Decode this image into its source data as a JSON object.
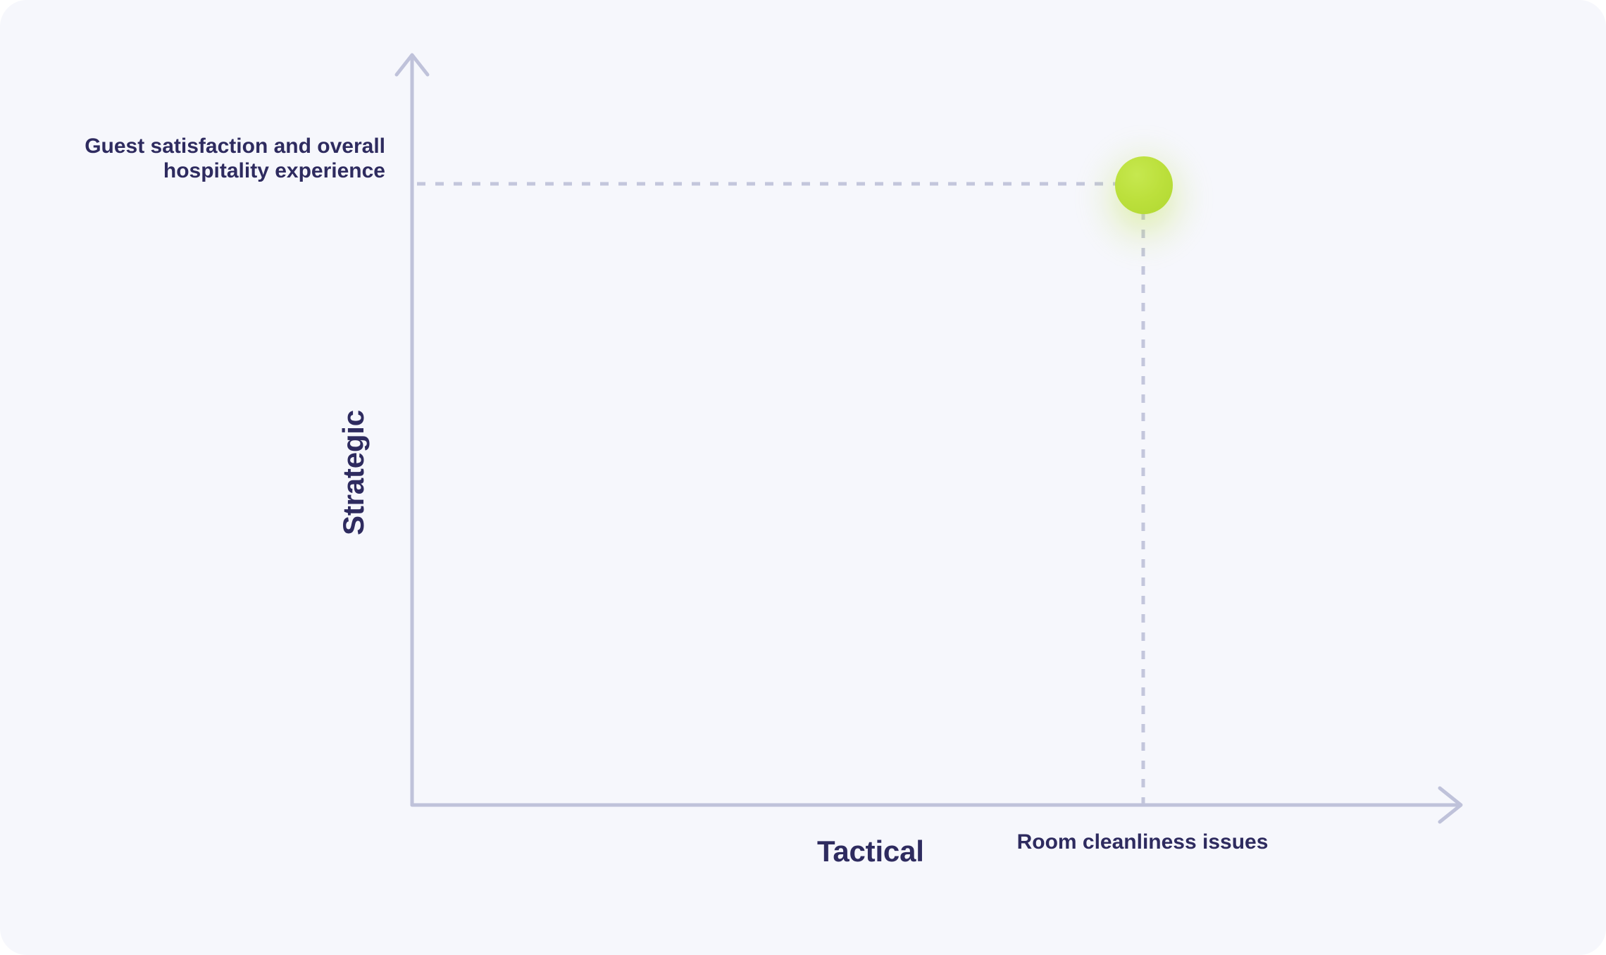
{
  "chart_data": {
    "type": "scatter",
    "title": "",
    "subtitle": "",
    "xlabel": "Tactical",
    "ylabel": "Strategic",
    "xlim": [
      0,
      100
    ],
    "ylim": [
      0,
      100
    ],
    "grid": false,
    "legend": null,
    "axis_style": "arrow-quadrant",
    "categories": [
      "Room cleanliness issues"
    ],
    "points": [
      {
        "label": "Room cleanliness issues",
        "x": 70,
        "y": 88,
        "x_tick_label": "Room cleanliness issues",
        "y_tick_label": "Guest satisfaction and overall hospitality experience",
        "color": "#bce03c",
        "guide_lines": [
          "horizontal-dashed",
          "vertical-dashed"
        ]
      }
    ],
    "annotations": [
      {
        "name": "y-point-label",
        "text": "Guest satisfaction and overall hospitality experience",
        "align": "right"
      },
      {
        "name": "x-point-label",
        "text": "Room cleanliness issues",
        "align": "center"
      }
    ]
  },
  "axes": {
    "x_title": "Tactical",
    "y_title": "Strategic"
  },
  "labels": {
    "y_point": "Guest satisfaction and overall hospitality experience",
    "x_point": "Room cleanliness issues"
  },
  "colors": {
    "background": "#f6f7fc",
    "text": "#2e2b5f",
    "axis": "#bfc2da",
    "guide_dash": "#c3c6dc",
    "marker": "#bce03c"
  }
}
